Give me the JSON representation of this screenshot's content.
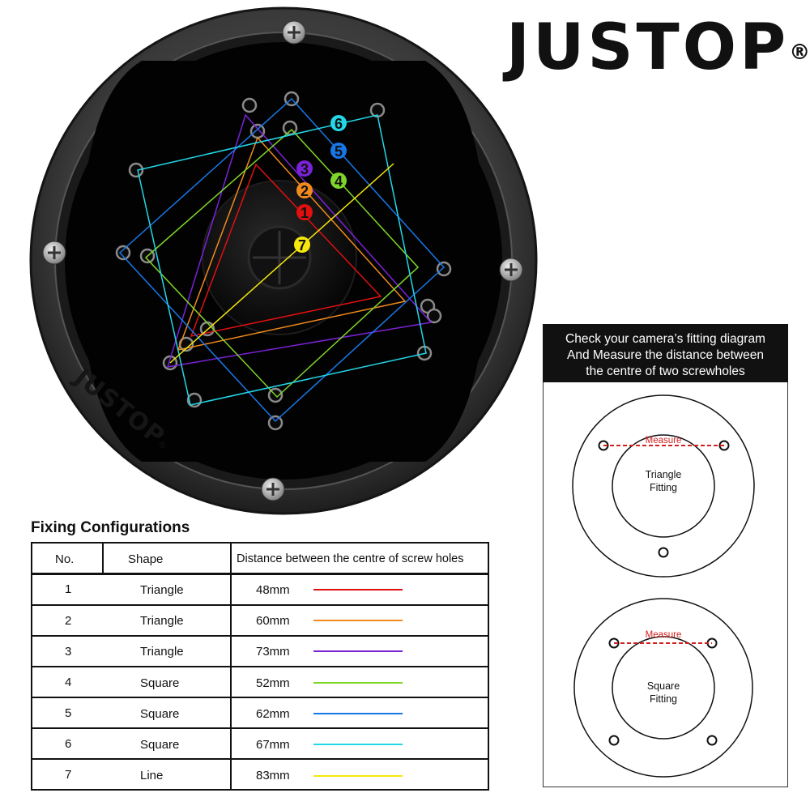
{
  "brand": {
    "name": "JUSTOP",
    "registered": "®"
  },
  "mount": {
    "logo_text": "JUSTOP",
    "logo_registered": "®",
    "markers": [
      {
        "num": "1",
        "color": "#e01010"
      },
      {
        "num": "2",
        "color": "#f08a1c"
      },
      {
        "num": "3",
        "color": "#7a22d8"
      },
      {
        "num": "4",
        "color": "#7fd62a"
      },
      {
        "num": "5",
        "color": "#1877e8"
      },
      {
        "num": "6",
        "color": "#22d8e8"
      },
      {
        "num": "7",
        "color": "#f5e80c"
      }
    ]
  },
  "configurations": {
    "title": "Fixing Configurations",
    "headers": {
      "no": "No.",
      "shape": "Shape",
      "distance": "Distance between the centre of screw holes"
    },
    "rows": [
      {
        "no": "1",
        "shape": "Triangle",
        "distance": "48mm",
        "color": "#e01010"
      },
      {
        "no": "2",
        "shape": "Triangle",
        "distance": "60mm",
        "color": "#f08a1c"
      },
      {
        "no": "3",
        "shape": "Triangle",
        "distance": "73mm",
        "color": "#7a22d8"
      },
      {
        "no": "4",
        "shape": "Square",
        "distance": "52mm",
        "color": "#7fd62a"
      },
      {
        "no": "5",
        "shape": "Square",
        "distance": "62mm",
        "color": "#1877e8"
      },
      {
        "no": "6",
        "shape": "Square",
        "distance": "67mm",
        "color": "#22d8e8"
      },
      {
        "no": "7",
        "shape": "Line",
        "distance": "83mm",
        "color": "#f5e80c"
      }
    ]
  },
  "guide": {
    "header_line1": "Check your camera’s fitting diagram",
    "header_line2": "And Measure the distance between",
    "header_line3": "the centre of two screwholes",
    "triangle": {
      "measure_label": "Measure",
      "label_line1": "Triangle",
      "label_line2": "Fitting"
    },
    "square": {
      "measure_label": "Measure",
      "label_line1": "Square",
      "label_line2": "Fitting"
    },
    "measure_color": "#d42020"
  }
}
